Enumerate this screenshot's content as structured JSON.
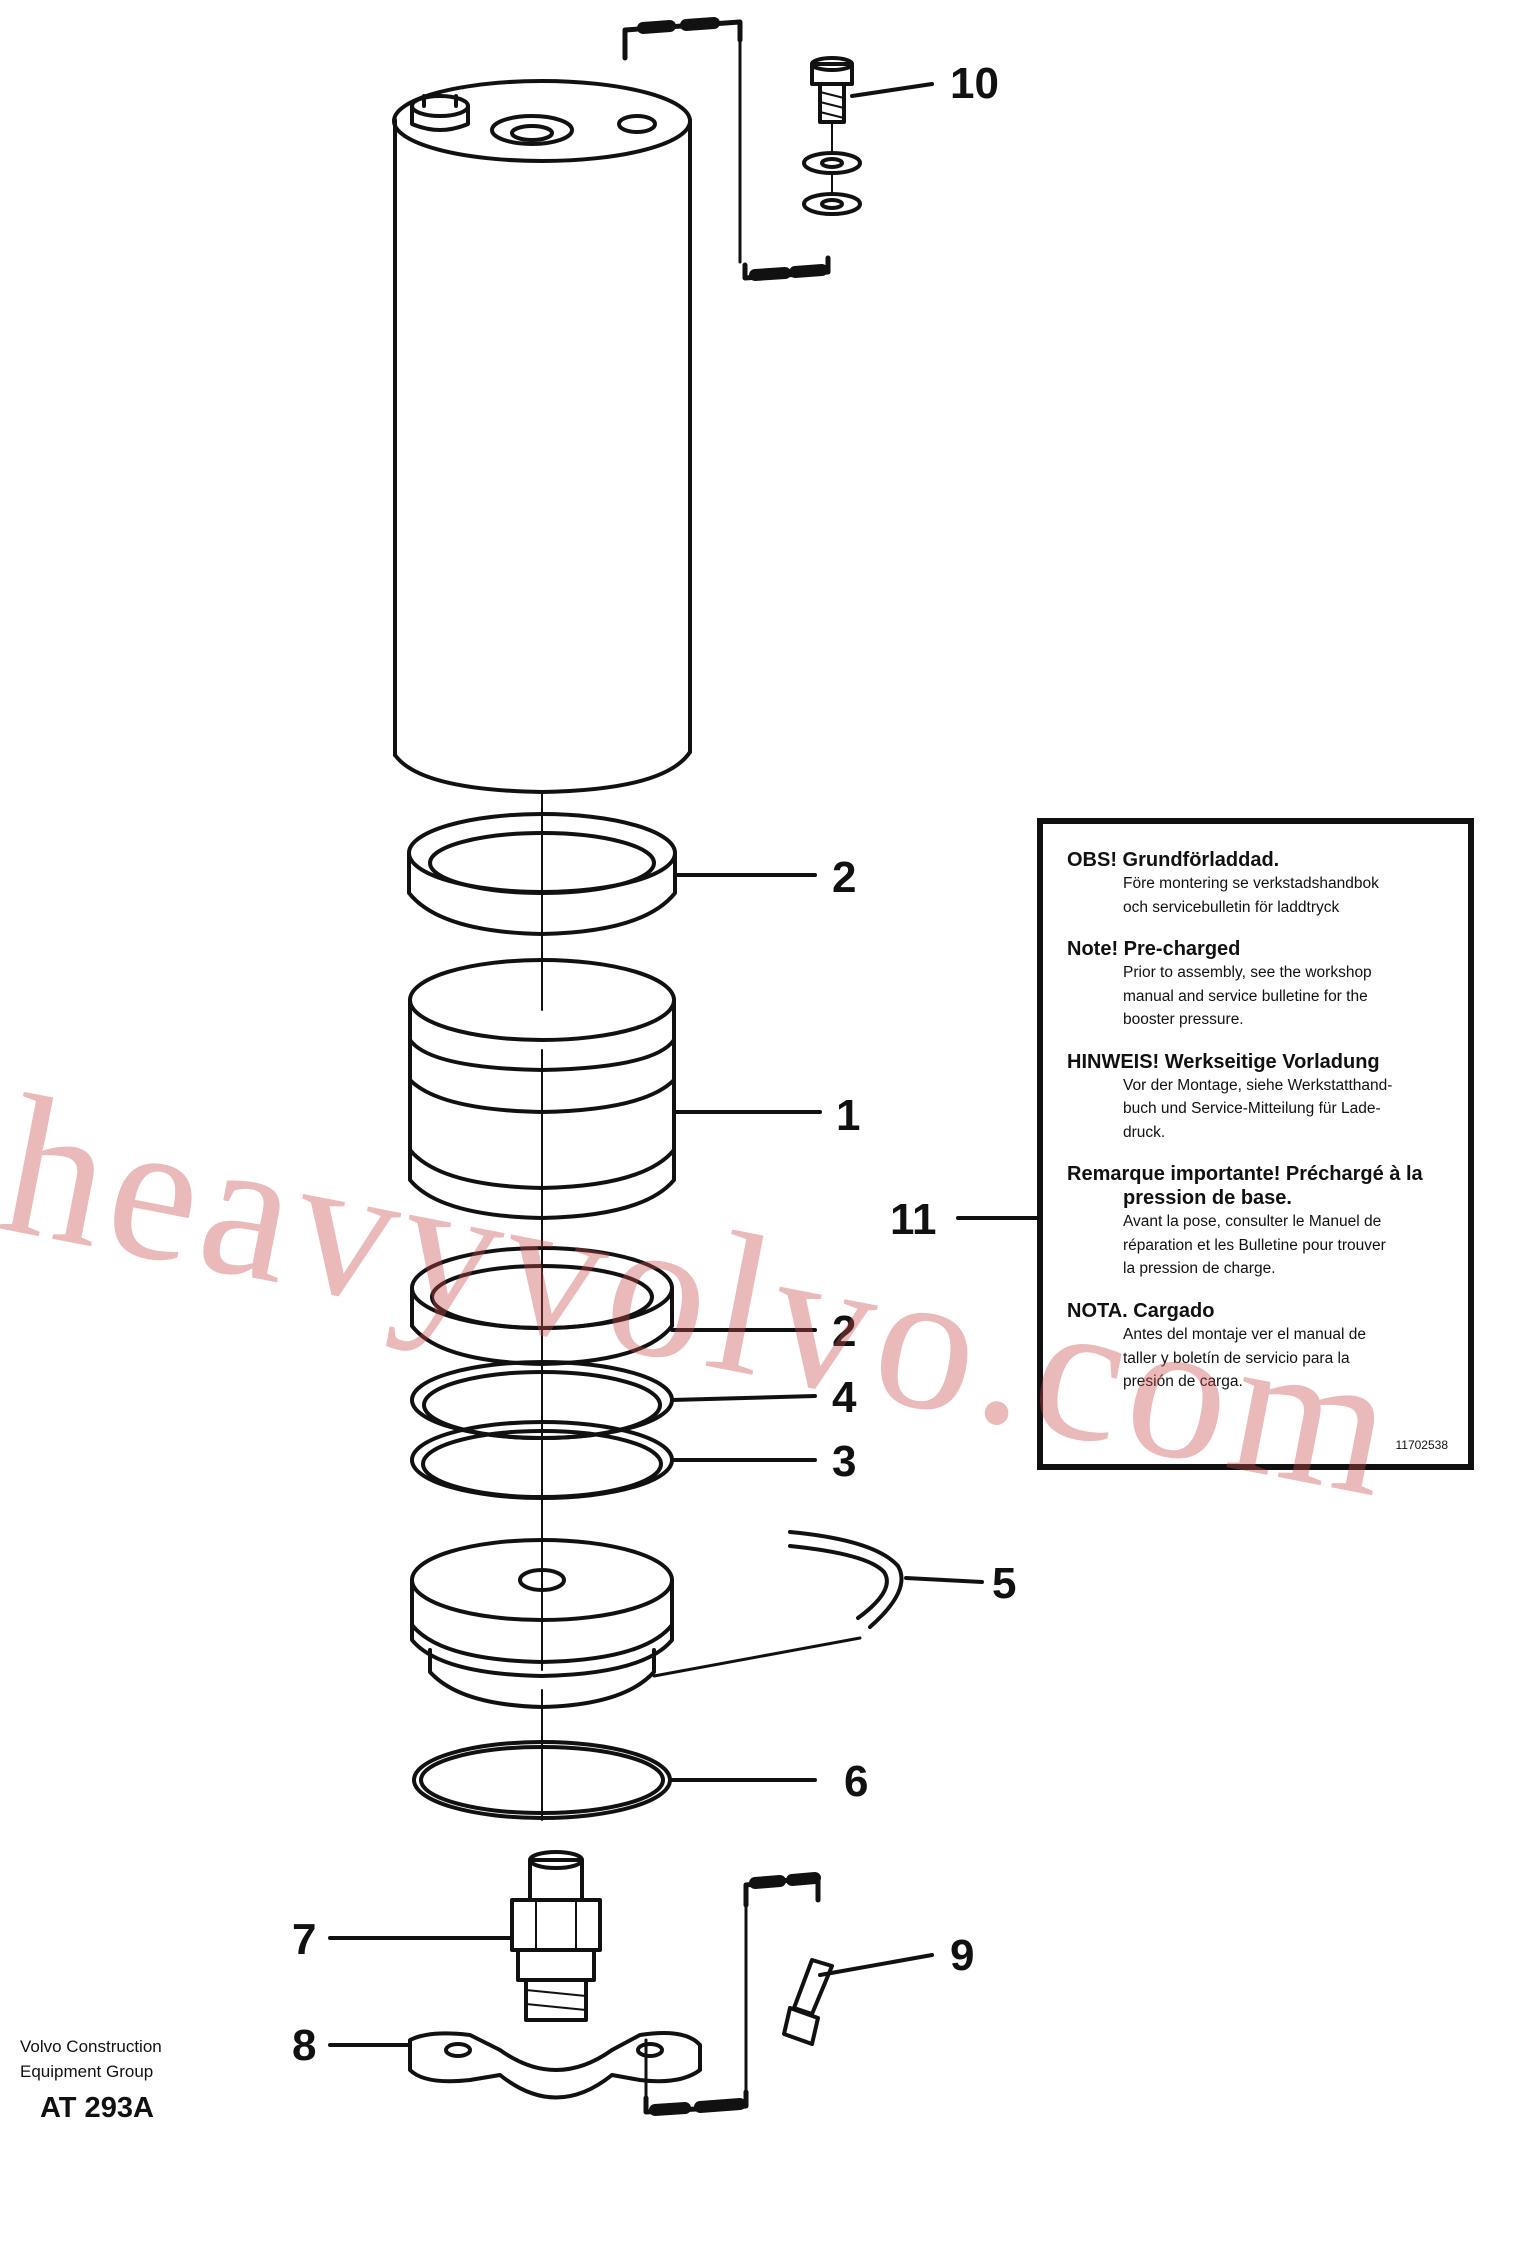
{
  "callouts": {
    "c10": "10",
    "c2a": "2",
    "c1": "1",
    "c11": "11",
    "c2b": "2",
    "c4": "4",
    "c3": "3",
    "c5": "5",
    "c6": "6",
    "c7": "7",
    "c9": "9",
    "c8": "8"
  },
  "note": {
    "sv_head": "OBS! Grundförladdad.",
    "sv_1": "Före montering se verkstadshandbok",
    "sv_2": "och servicebulletin för laddtryck",
    "en_head": "Note! Pre-charged",
    "en_1": "Prior to assembly, see the workshop",
    "en_2": "manual and service bulletine for the",
    "en_3": "booster pressure.",
    "de_head": "HINWEIS! Werkseitige Vorladung",
    "de_1": "Vor der Montage, siehe Werkstatthand-",
    "de_2": "buch und Service-Mitteilung für Lade-",
    "de_3": "druck.",
    "fr_head": "Remarque importante! Préchargé à la",
    "fr_head2": "pression de base.",
    "fr_1": "Avant la pose, consulter le Manuel de",
    "fr_2": "réparation et les Bulletine pour trouver",
    "fr_3": "la pression de charge.",
    "es_head": "NOTA. Cargado",
    "es_1": "Antes del montaje ver el manual de",
    "es_2": "taller y boletín de servicio para la",
    "es_3": "presión de carga.",
    "code": "11702538"
  },
  "footer": {
    "maker_1": "Volvo Construction",
    "maker_2": "Equipment Group",
    "drawing_code": "AT 293A"
  },
  "watermark": "heavyvolvo.com"
}
